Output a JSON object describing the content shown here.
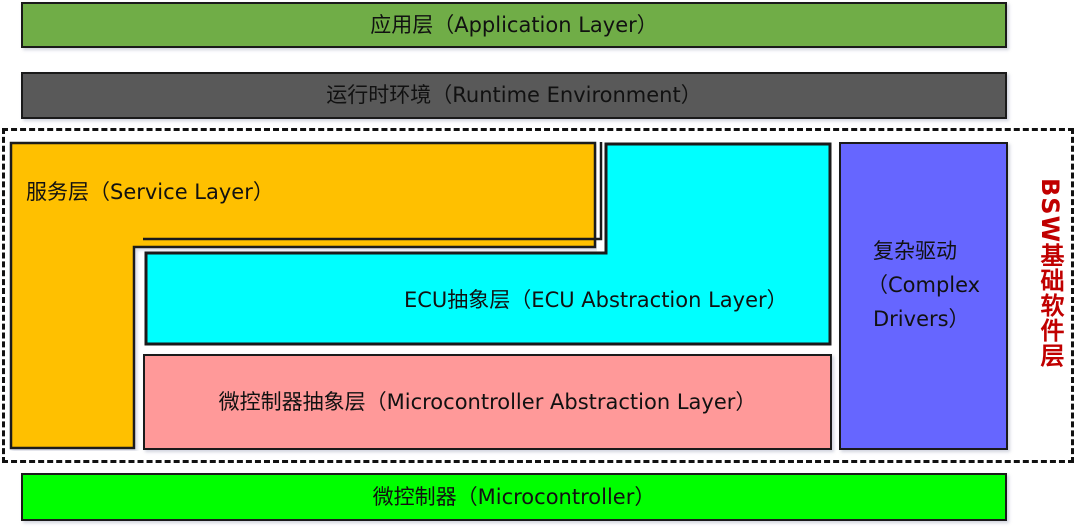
{
  "diagram": {
    "title": "AUTOSAR layered architecture",
    "layers": {
      "application": {
        "label": "应用层（Application Layer）",
        "color": "#70ad47"
      },
      "runtime_environment": {
        "label": "运行时环境（Runtime Environment）",
        "color": "#595959"
      },
      "service": {
        "label": "服务层（Service Layer）",
        "color": "#ffc000"
      },
      "ecu_abstraction": {
        "label": "ECU抽象层（ECU Abstraction Layer）",
        "color": "#00ffff"
      },
      "microcontroller_abstraction": {
        "label": "微控制器抽象层（Microcontroller Abstraction Layer）",
        "color": "#ff9999"
      },
      "complex_drivers": {
        "line1": "复杂驱动",
        "line2": "（Complex",
        "line3": "Drivers）",
        "color": "#6666ff"
      },
      "microcontroller": {
        "label": "微控制器（Microcontroller）",
        "color": "#00ff00"
      }
    },
    "bsw_group": {
      "label": "BSW基础软件层",
      "color": "#c00000",
      "members": [
        "服务层",
        "ECU抽象层",
        "微控制器抽象层",
        "复杂驱动"
      ]
    }
  }
}
